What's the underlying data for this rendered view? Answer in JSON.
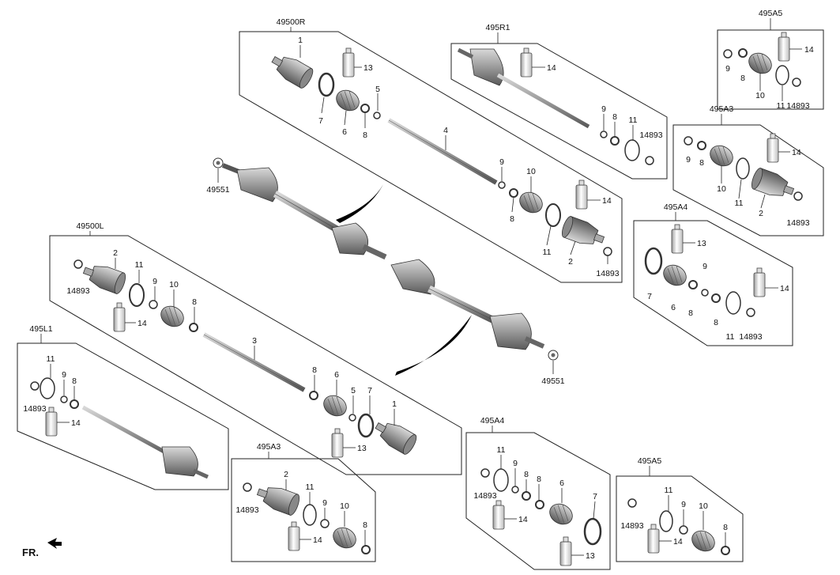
{
  "diagram": {
    "direction_label": "FR.",
    "groups": [
      {
        "id": "g-49500R",
        "code": "49500R"
      },
      {
        "id": "g-49500L",
        "code": "49500L"
      },
      {
        "id": "g-495R1",
        "code": "495R1"
      },
      {
        "id": "g-495L1",
        "code": "495L1"
      },
      {
        "id": "g-495A5-top",
        "code": "495A5"
      },
      {
        "id": "g-495A3-top",
        "code": "495A3"
      },
      {
        "id": "g-495A4-right",
        "code": "495A4"
      },
      {
        "id": "g-495A3-bottom",
        "code": "495A3"
      },
      {
        "id": "g-495A4-bottom",
        "code": "495A4"
      },
      {
        "id": "g-495A5-bottom",
        "code": "495A5"
      }
    ],
    "labels": [
      {
        "id": "p01",
        "text": "1"
      },
      {
        "id": "p02",
        "text": "13"
      },
      {
        "id": "p03",
        "text": "7"
      },
      {
        "id": "p04",
        "text": "5"
      },
      {
        "id": "p05",
        "text": "6"
      },
      {
        "id": "p06",
        "text": "8"
      },
      {
        "id": "p07",
        "text": "4"
      },
      {
        "id": "p08",
        "text": "9"
      },
      {
        "id": "p09",
        "text": "10"
      },
      {
        "id": "p10",
        "text": "14"
      },
      {
        "id": "p11",
        "text": "8"
      },
      {
        "id": "p12",
        "text": "11"
      },
      {
        "id": "p13",
        "text": "2"
      },
      {
        "id": "p14",
        "text": "14893"
      },
      {
        "id": "p15",
        "text": "49551"
      },
      {
        "id": "p16",
        "text": "49551"
      },
      {
        "id": "q01",
        "text": "14"
      },
      {
        "id": "q02",
        "text": "9"
      },
      {
        "id": "q03",
        "text": "8"
      },
      {
        "id": "q04",
        "text": "11"
      },
      {
        "id": "q05",
        "text": "14893"
      },
      {
        "id": "r01",
        "text": "9"
      },
      {
        "id": "r02",
        "text": "8"
      },
      {
        "id": "r03",
        "text": "14"
      },
      {
        "id": "r04",
        "text": "10"
      },
      {
        "id": "r05",
        "text": "11"
      },
      {
        "id": "r06",
        "text": "14893"
      },
      {
        "id": "s01",
        "text": "9"
      },
      {
        "id": "s02",
        "text": "8"
      },
      {
        "id": "s03",
        "text": "14"
      },
      {
        "id": "s04",
        "text": "10"
      },
      {
        "id": "s05",
        "text": "11"
      },
      {
        "id": "s06",
        "text": "2"
      },
      {
        "id": "s07",
        "text": "14893"
      },
      {
        "id": "t01",
        "text": "13"
      },
      {
        "id": "t02",
        "text": "9"
      },
      {
        "id": "t03",
        "text": "7"
      },
      {
        "id": "t04",
        "text": "6"
      },
      {
        "id": "t05",
        "text": "8"
      },
      {
        "id": "t06",
        "text": "8"
      },
      {
        "id": "t07",
        "text": "14"
      },
      {
        "id": "t08",
        "text": "11"
      },
      {
        "id": "t09",
        "text": "14893"
      },
      {
        "id": "u01",
        "text": "2"
      },
      {
        "id": "u02",
        "text": "11"
      },
      {
        "id": "u03",
        "text": "9"
      },
      {
        "id": "u04",
        "text": "10"
      },
      {
        "id": "u05",
        "text": "14893"
      },
      {
        "id": "u06",
        "text": "14"
      },
      {
        "id": "u07",
        "text": "8"
      },
      {
        "id": "u08",
        "text": "3"
      },
      {
        "id": "u09",
        "text": "8"
      },
      {
        "id": "u10",
        "text": "6"
      },
      {
        "id": "u11",
        "text": "5"
      },
      {
        "id": "u12",
        "text": "7"
      },
      {
        "id": "u13",
        "text": "1"
      },
      {
        "id": "u14",
        "text": "13"
      },
      {
        "id": "v01",
        "text": "11"
      },
      {
        "id": "v02",
        "text": "9"
      },
      {
        "id": "v03",
        "text": "8"
      },
      {
        "id": "v04",
        "text": "14893"
      },
      {
        "id": "v05",
        "text": "14"
      },
      {
        "id": "w01",
        "text": "2"
      },
      {
        "id": "w02",
        "text": "11"
      },
      {
        "id": "w03",
        "text": "10"
      },
      {
        "id": "w04",
        "text": "9"
      },
      {
        "id": "w05",
        "text": "14893"
      },
      {
        "id": "w06",
        "text": "14"
      },
      {
        "id": "w07",
        "text": "8"
      },
      {
        "id": "x01",
        "text": "11"
      },
      {
        "id": "x02",
        "text": "9"
      },
      {
        "id": "x03",
        "text": "8"
      },
      {
        "id": "x04",
        "text": "8"
      },
      {
        "id": "x05",
        "text": "6"
      },
      {
        "id": "x06",
        "text": "7"
      },
      {
        "id": "x07",
        "text": "14893"
      },
      {
        "id": "x08",
        "text": "14"
      },
      {
        "id": "x09",
        "text": "13"
      },
      {
        "id": "y01",
        "text": "11"
      },
      {
        "id": "y02",
        "text": "10"
      },
      {
        "id": "y03",
        "text": "9"
      },
      {
        "id": "y04",
        "text": "14893"
      },
      {
        "id": "y05",
        "text": "14"
      },
      {
        "id": "y06",
        "text": "8"
      }
    ]
  }
}
